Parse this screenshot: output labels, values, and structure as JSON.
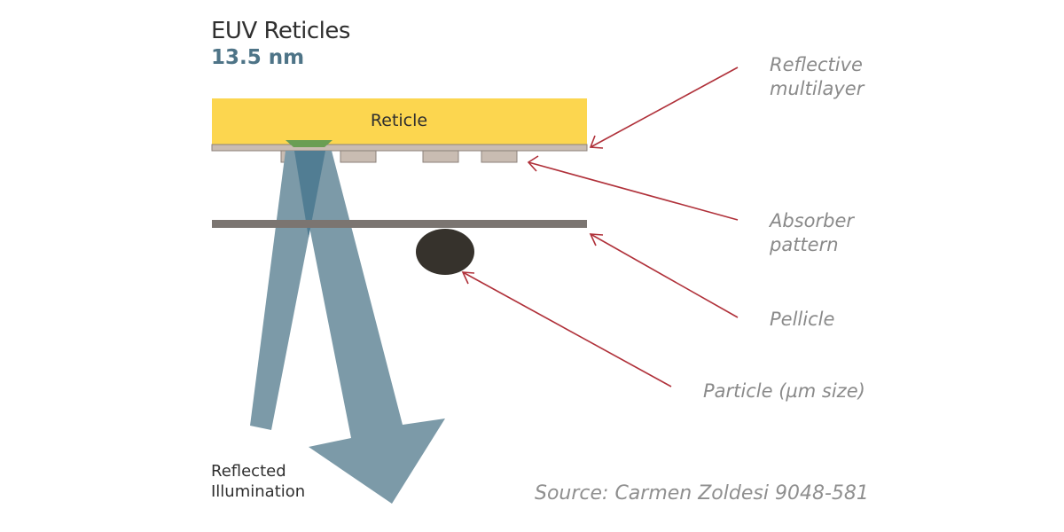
{
  "title": "EUV Reticles",
  "subtitle": "13.5 nm",
  "reticle": {
    "label": "Reticle",
    "color": "#fcd64f"
  },
  "labels": {
    "multilayer": [
      "Reflective",
      "multilayer"
    ],
    "absorber": [
      "Absorber",
      "pattern"
    ],
    "pellicle": "Pellicle",
    "particle": "Particle (µm size)"
  },
  "reflected_illumination": [
    "Reflected",
    "Illumination"
  ],
  "source": "Source: Carmen Zoldesi 9048-581",
  "colors": {
    "beam": "#7c9aa8",
    "beam_overlap": "#517d93",
    "multilayer": "#c9bcb2",
    "absorber": "#c9bcb2",
    "pellicle": "#7b7571",
    "particle": "#36322c",
    "pointer": "#b0313a",
    "reflect_spot": "#6a9e54"
  }
}
